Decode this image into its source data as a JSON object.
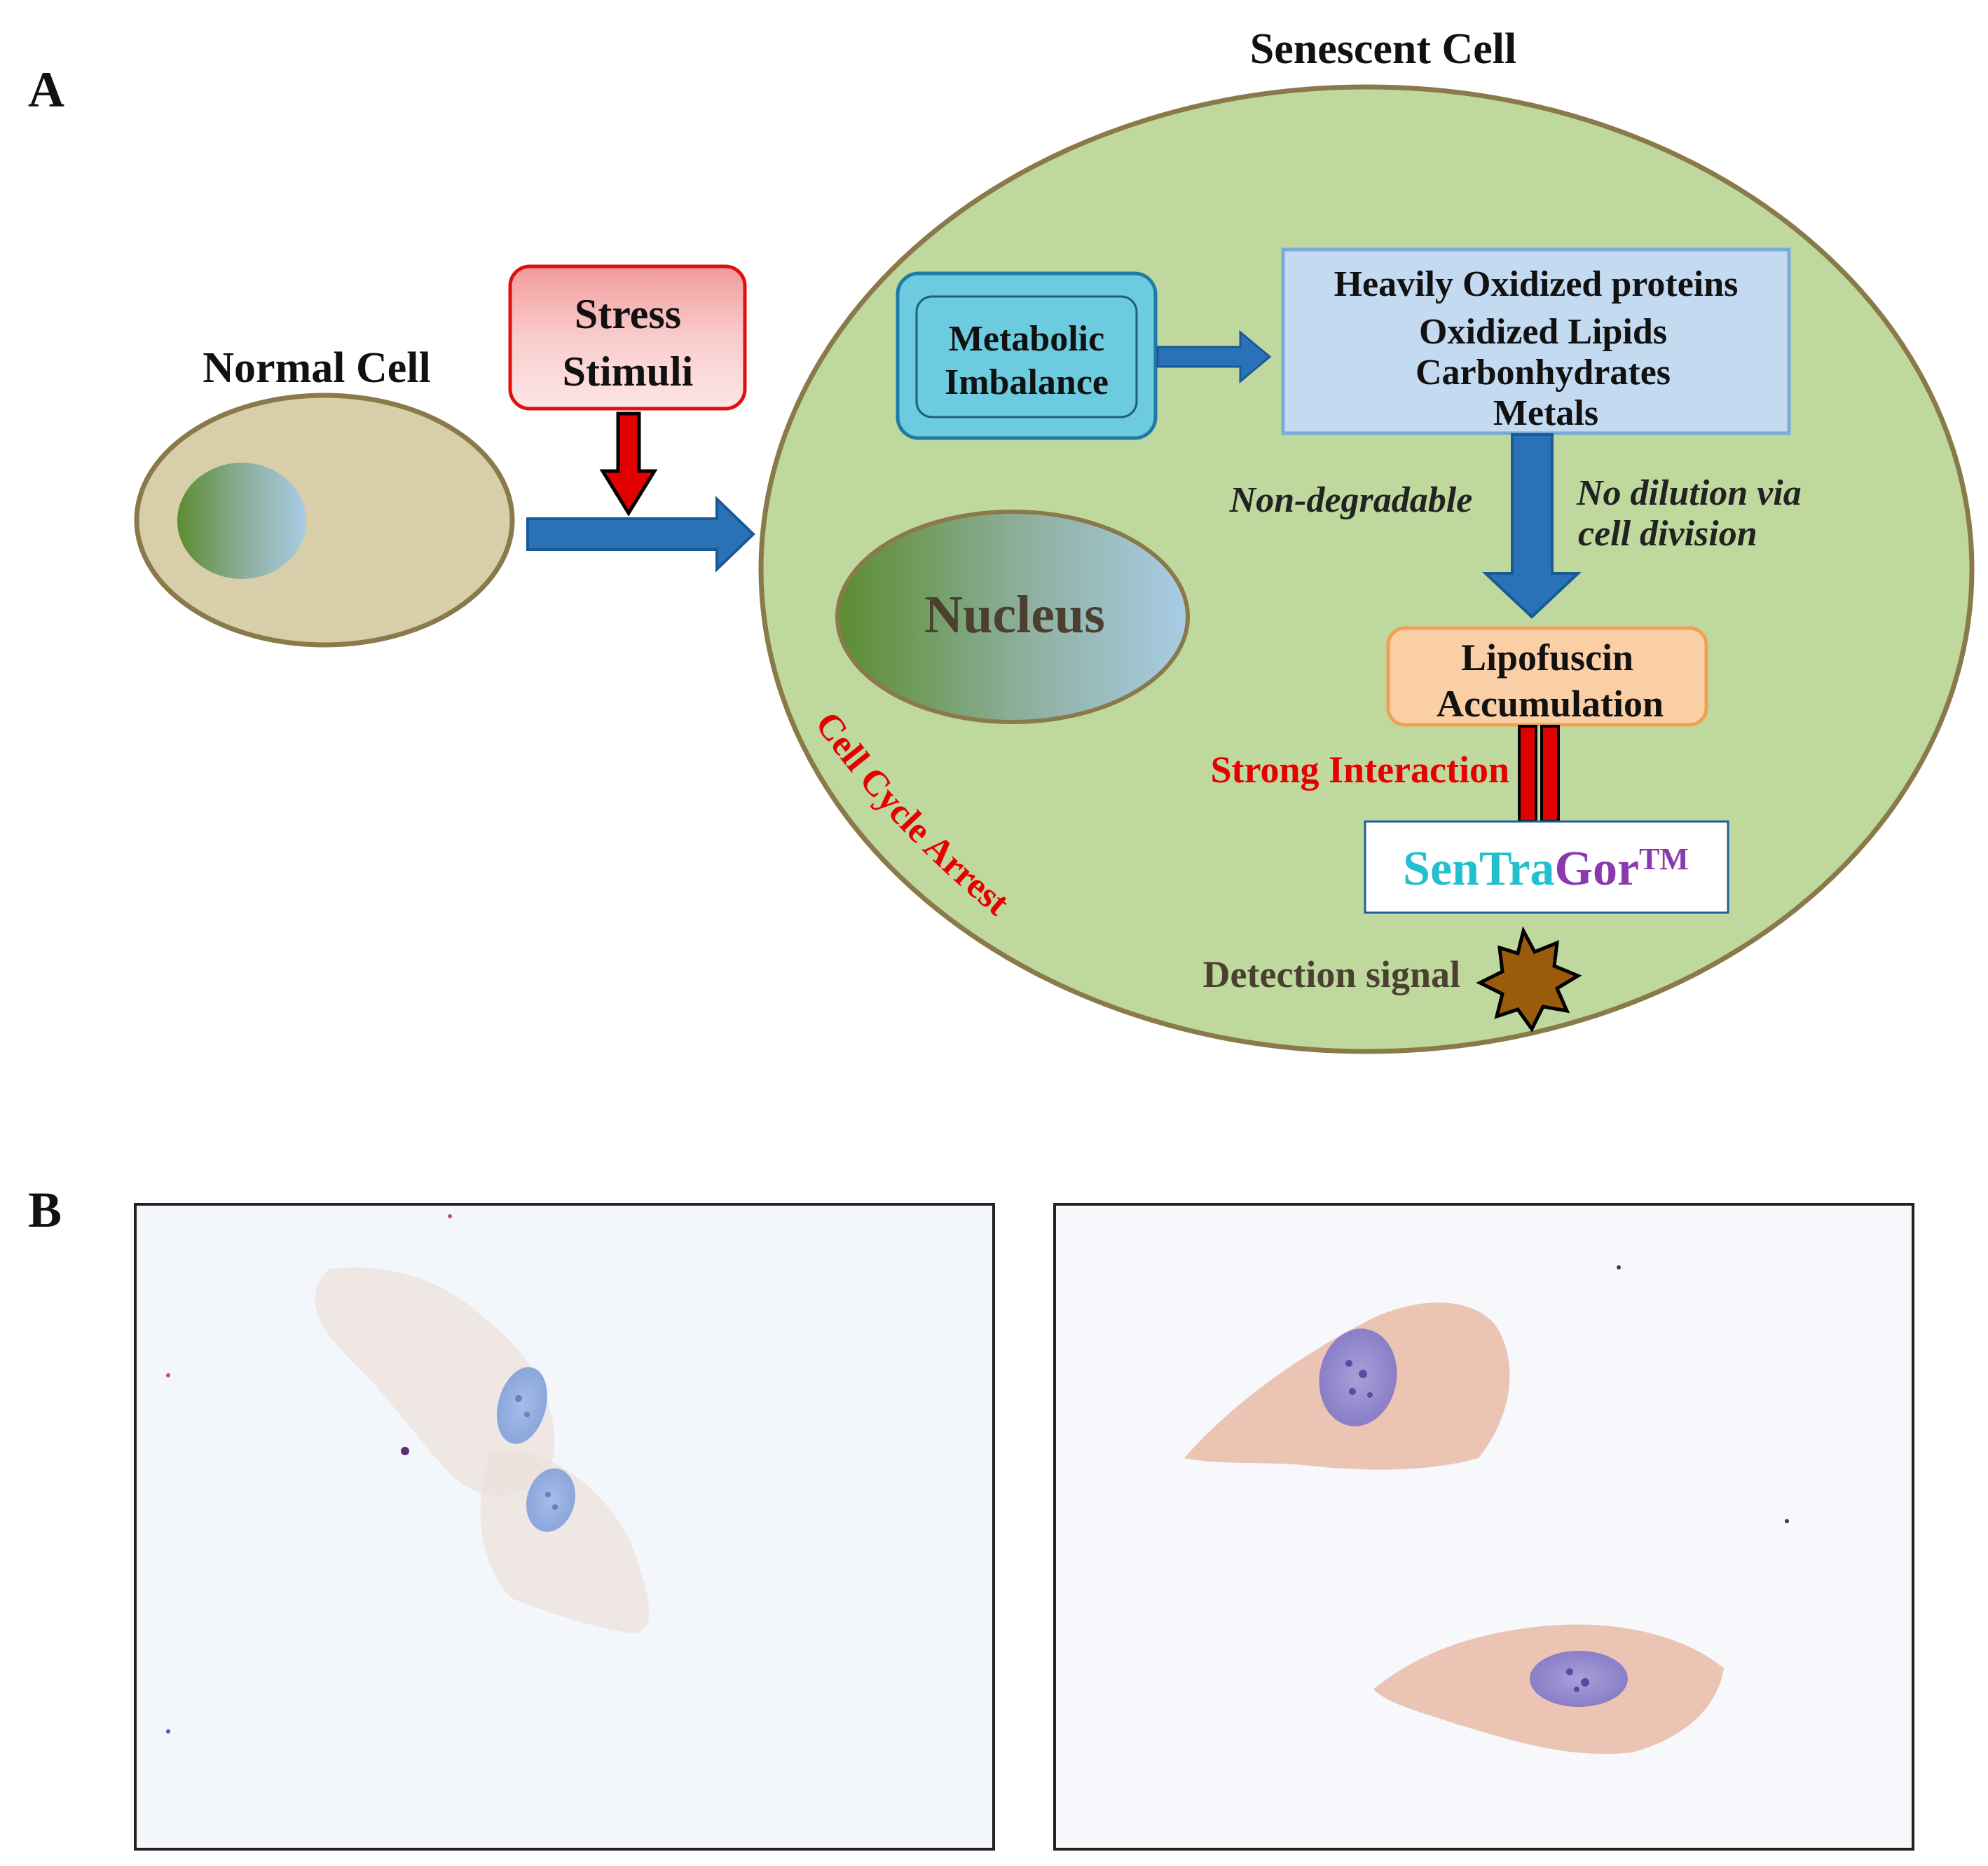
{
  "panel_a": {
    "label": "A",
    "senescent_title": "Senescent Cell",
    "normal_title": "Normal Cell",
    "stress_line1": "Stress",
    "stress_line2": "Stimuli",
    "metabolic_line1": "Metabolic",
    "metabolic_line2": "Imbalance",
    "oxidized_line1": "Heavily Oxidized proteins",
    "oxidized_line2": "Oxidized Lipids",
    "oxidized_line3": "Carbonhydrates",
    "oxidized_line4": "Metals",
    "non_degradable": "Non-degradable",
    "no_dilution_line1": "No dilution via",
    "no_dilution_line2": "cell division",
    "nucleus": "Nucleus",
    "lipofuscin_line1": "Lipofuscin",
    "lipofuscin_line2": "Accumulation",
    "strong_interaction": "Strong Interaction",
    "sentragor_part1": "SenTra",
    "sentragor_part2": "Gor",
    "sentragor_tm": "TM",
    "detection_signal": "Detection signal",
    "cell_cycle_arrest": "Cell Cycle Arrest"
  },
  "panel_b": {
    "label": "B"
  },
  "colors": {
    "senescent_fill": "#bfd89e",
    "cell_border": "#8a7a4a",
    "normal_fill": "#d8cfaa",
    "arrow_blue": "#2a72b8",
    "stress_fill": "#f6b8b8",
    "stress_border": "#e01010",
    "metabolic_fill": "#6ccbdf",
    "oxidized_fill": "#c4daf1",
    "lipofuscin_fill": "#fbcfa6",
    "red_text": "#e60000",
    "sentragor_cyan": "#22c0cc",
    "sentragor_purple": "#8a3ab0",
    "star_fill": "#9a5c0a"
  }
}
